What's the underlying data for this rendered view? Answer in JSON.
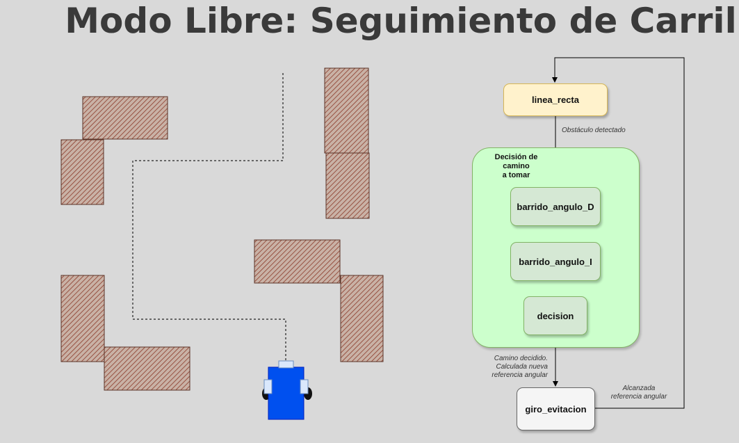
{
  "title": "Modo Libre: Seguimiento de Carril",
  "colors": {
    "background": "#d9d9d9",
    "obstacle_fill": "#c9b2a6",
    "obstacle_hatch": "#8b3a2a",
    "robot_body": "#0050ef",
    "group_fill": "#ccffcc",
    "state_yellow": "#fff2cc",
    "state_green": "#d5e8d4",
    "state_white": "#f5f5f5"
  },
  "scene": {
    "obstacle_icon": "hatched-box",
    "robot_icon": "robot-car-icon",
    "path_style": "dashed"
  },
  "flowchart": {
    "group_label": "Decisión de\ncamino\na tomar",
    "states": {
      "linea_recta": "linea_recta",
      "barrido_d": "barrido_angulo_D",
      "barrido_i": "barrido_angulo_I",
      "decision": "decision",
      "giro": "giro_evitacion"
    },
    "edges": {
      "obstaculo": "Obstáculo detectado",
      "camino_1": "Camino decidido.",
      "camino_2": "Calculada nueva",
      "camino_3": "referencia angular",
      "alcanzada_1": "Alcanzada",
      "alcanzada_2": "referencia angular"
    }
  }
}
